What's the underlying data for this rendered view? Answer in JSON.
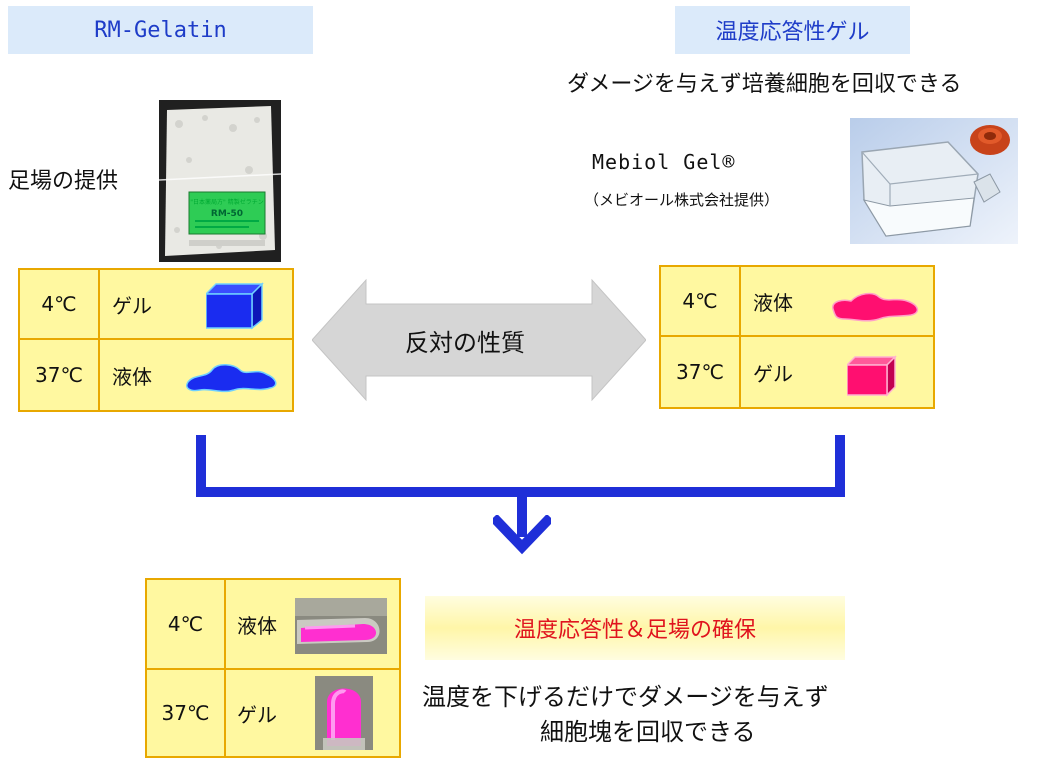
{
  "left_header": "RM-Gelatin",
  "right_header": "温度応答性ゲル",
  "right_subtitle": "ダメージを与えず培養細胞を回収できる",
  "scaffold_label": "足場の提供",
  "product_name": "Mebiol Gel®",
  "product_credit": "（メビオール株式会社提供）",
  "center_arrow_label": "反対の性質",
  "gelatin_photo_label": {
    "line1": "\"日本薬局方\" 精製ゼラチン",
    "line2": "RM-50"
  },
  "left_table": [
    {
      "temp": "4℃",
      "state": "ゲル",
      "icon": "blue-cube-icon"
    },
    {
      "temp": "37℃",
      "state": "液体",
      "icon": "blue-puddle-icon"
    }
  ],
  "right_table": [
    {
      "temp": "4℃",
      "state": "液体",
      "icon": "pink-puddle-icon"
    },
    {
      "temp": "37℃",
      "state": "ゲル",
      "icon": "pink-cube-icon"
    }
  ],
  "bottom_table": [
    {
      "temp": "4℃",
      "state": "液体",
      "icon": "pink-liquid-tube-photo"
    },
    {
      "temp": "37℃",
      "state": "ゲル",
      "icon": "pink-gel-tube-photo"
    }
  ],
  "result_banner": "温度応答性＆足場の確保",
  "result_description_line1": "温度を下げるだけでダメージを与えず",
  "result_description_line2": "細胞塊を回収できる",
  "colors": {
    "header_bg": "#dbeafa",
    "header_text": "#1e3cc8",
    "table_bg": "#fff8a0",
    "table_border": "#e8a800",
    "connector": "#1f2fd8",
    "banner_text": "#e0141e",
    "blue_material": "#1a2cf0",
    "pink_material": "#ff0f70"
  }
}
